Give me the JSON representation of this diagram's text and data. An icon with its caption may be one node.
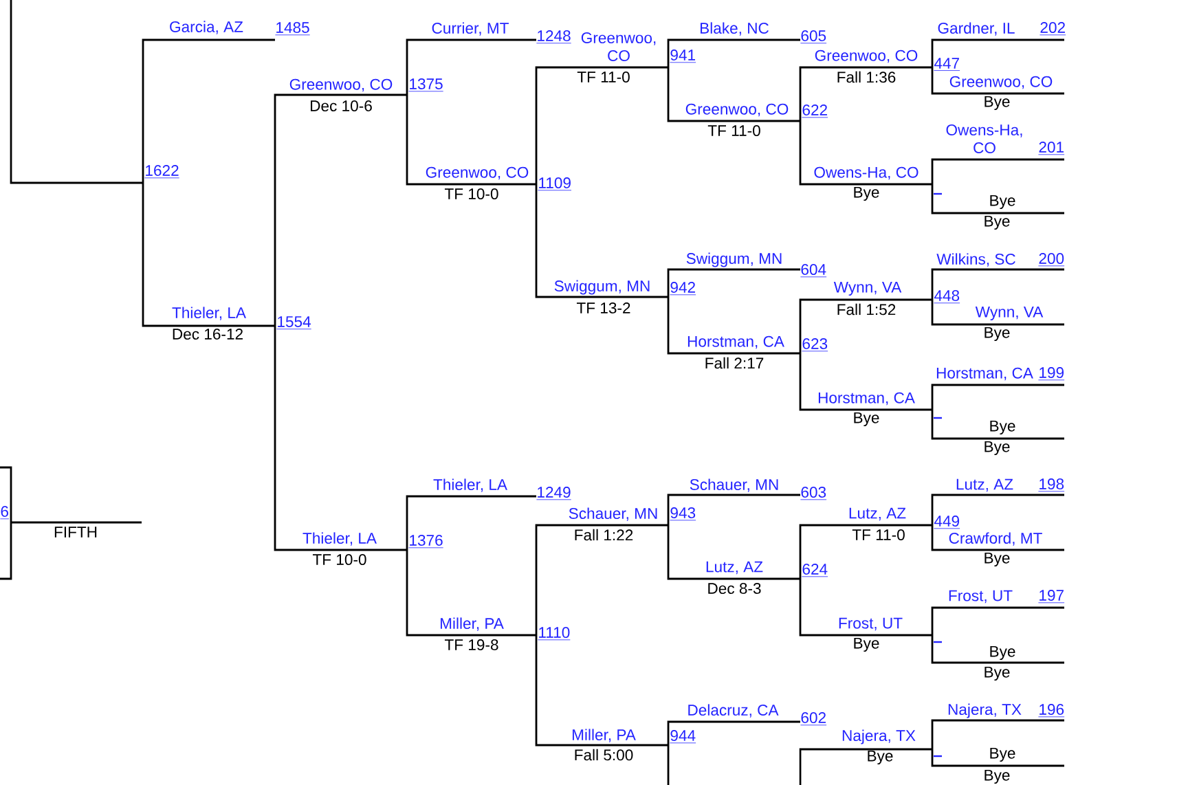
{
  "diagram": {
    "labels": [
      "1622",
      "6",
      "FIFTH",
      "Garcia, AZ",
      "1485",
      "Thieler, LA",
      "Dec 16-12",
      "1554",
      "Greenwoo, CO",
      "Dec 10-6",
      "1375",
      "Thieler, LA",
      "TF 10-0",
      "1376",
      "Currier, MT",
      "1248",
      "Greenwoo, CO",
      "TF 10-0",
      "1109",
      "Thieler, LA",
      "1249",
      "Miller, PA",
      "TF 19-8",
      "1110",
      "Greenwoo, CO",
      "TF 11-0",
      "941",
      "Swiggum, MN",
      "TF 13-2",
      "942",
      "Schauer, MN",
      "Fall 1:22",
      "943",
      "Miller, PA",
      "Fall 5:00",
      "944",
      "Blake, NC",
      "605",
      "Greenwoo, CO",
      "TF 11-0",
      "622",
      "Swiggum, MN",
      "604",
      "Horstman, CA",
      "Fall 2:17",
      "623",
      "Schauer, MN",
      "603",
      "Lutz, AZ",
      "Dec 8-3",
      "624",
      "Delacruz, CA",
      "602",
      "Greenwoo, CO",
      "Fall 1:36",
      "447",
      "Owens-Ha, CO",
      "Bye",
      "Wynn, VA",
      "Fall 1:52",
      "448",
      "Horstman, CA",
      "Bye",
      "Lutz, AZ",
      "TF 11-0",
      "449",
      "Frost, UT",
      "Bye",
      "Najera, TX",
      "Bye",
      "Gardner, IL",
      "202",
      "Greenwoo, CO",
      "Bye",
      "Owens-Ha, CO",
      "201",
      "Bye",
      "Bye",
      "Wilkins, SC",
      "200",
      "Wynn, VA",
      "Bye",
      "Horstman, CA",
      "199",
      "Bye",
      "Bye",
      "Lutz, AZ",
      "198",
      "Crawford, MT",
      "Bye",
      "Frost, UT",
      "197",
      "Bye",
      "Bye",
      "Najera, TX",
      "196",
      "Bye",
      "Bye"
    ]
  }
}
